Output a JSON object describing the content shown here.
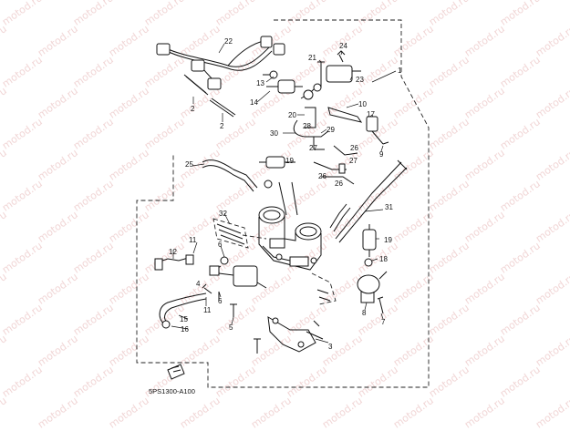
{
  "watermark": {
    "text": "motod.ru",
    "color": "#f1d6d6"
  },
  "diagram_code": "5PS1300-A100",
  "callouts": [
    "1",
    "2",
    "2",
    "3",
    "4",
    "5",
    "6",
    "6",
    "7",
    "8",
    "9",
    "10",
    "11",
    "11",
    "12",
    "13",
    "14",
    "15",
    "16",
    "17",
    "18",
    "19",
    "20",
    "21",
    "22",
    "23",
    "24",
    "25",
    "26",
    "26",
    "26",
    "27",
    "27",
    "28",
    "29",
    "30",
    "31",
    "32"
  ],
  "icon_names": [
    "screw-icon",
    "bolt-icon",
    "injector-icon",
    "hose-icon",
    "throttle-body-icon",
    "wire-harness-icon",
    "sensor-icon",
    "clamp-icon",
    "spark-icon"
  ]
}
